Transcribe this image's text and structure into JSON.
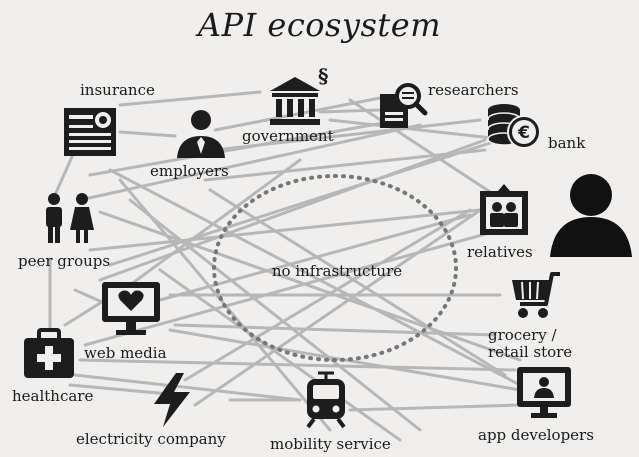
{
  "title": "API ecosystem",
  "center": "no infrastructure",
  "nodes": {
    "insurance": "insurance",
    "government": "government",
    "researchers": "researchers",
    "bank": "bank",
    "employers": "employers",
    "peer_groups": "peer groups",
    "relatives": "relatives",
    "web_media": "web media",
    "grocery_line1": "grocery /",
    "grocery_line2": "retail store",
    "healthcare": "healthcare",
    "electricity": "electricity company",
    "mobility": "mobility service",
    "app_developers": "app developers"
  },
  "colors": {
    "background": "#f0efee",
    "connector": "#b7b7b7",
    "ink": "#1a1a1a",
    "circle": "#777777"
  },
  "icons": [
    "document-icon",
    "government-building-icon",
    "section-sign-icon",
    "research-magnifier-icon",
    "euro-coins-icon",
    "person-icon",
    "people-icon",
    "family-photo-icon",
    "user-silhouette-icon",
    "heart-monitor-icon",
    "shopping-cart-icon",
    "first-aid-kit-icon",
    "lightning-icon",
    "tram-icon",
    "laptop-user-icon"
  ]
}
